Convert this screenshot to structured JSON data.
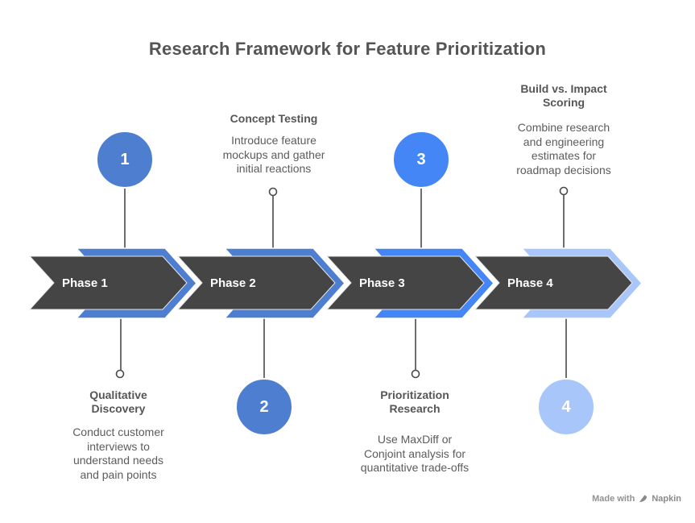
{
  "title": "Research Framework for Feature Prioritization",
  "watermark": {
    "made_with": "Made with",
    "brand": "Napkin"
  },
  "colors": {
    "background": "#ffffff",
    "arrow_body": "#454545",
    "connector": "#4a4a4a",
    "ring_fill": "#ffffff",
    "title_text": "#555555",
    "heading_text": "#565656",
    "body_text": "#5c5c5c",
    "phase_label_text": "#ffffff",
    "phase1_blue": "#4E7ECF",
    "phase2_blue": "#4E7ECF",
    "phase3_blue": "#4486F6",
    "phase4_blue": "#A8C6FA"
  },
  "phases": [
    {
      "arrow_label": "Phase 1",
      "number": "1",
      "number_position": "top",
      "text_position": "bottom",
      "color": "#4E7ECF",
      "heading_lines": [
        "Qualitative",
        "Discovery"
      ],
      "body_lines": [
        "Conduct customer",
        "interviews to",
        "understand needs",
        "and pain points"
      ]
    },
    {
      "arrow_label": "Phase 2",
      "number": "2",
      "number_position": "bottom",
      "text_position": "top",
      "color": "#4E7ECF",
      "heading_lines": [
        "Concept Testing"
      ],
      "body_lines": [
        "Introduce feature",
        "mockups and gather",
        "initial reactions"
      ]
    },
    {
      "arrow_label": "Phase 3",
      "number": "3",
      "number_position": "top",
      "text_position": "bottom",
      "color": "#4486F6",
      "heading_lines": [
        "Prioritization",
        "Research"
      ],
      "body_lines": [
        "Use MaxDiff or",
        "Conjoint analysis for",
        "quantitative trade-offs"
      ]
    },
    {
      "arrow_label": "Phase 4",
      "number": "4",
      "number_position": "bottom",
      "text_position": "top",
      "color": "#A8C6FA",
      "heading_lines": [
        "Build vs. Impact",
        "Scoring"
      ],
      "body_lines": [
        "Combine research",
        "and engineering",
        "estimates for",
        "roadmap decisions"
      ]
    }
  ]
}
